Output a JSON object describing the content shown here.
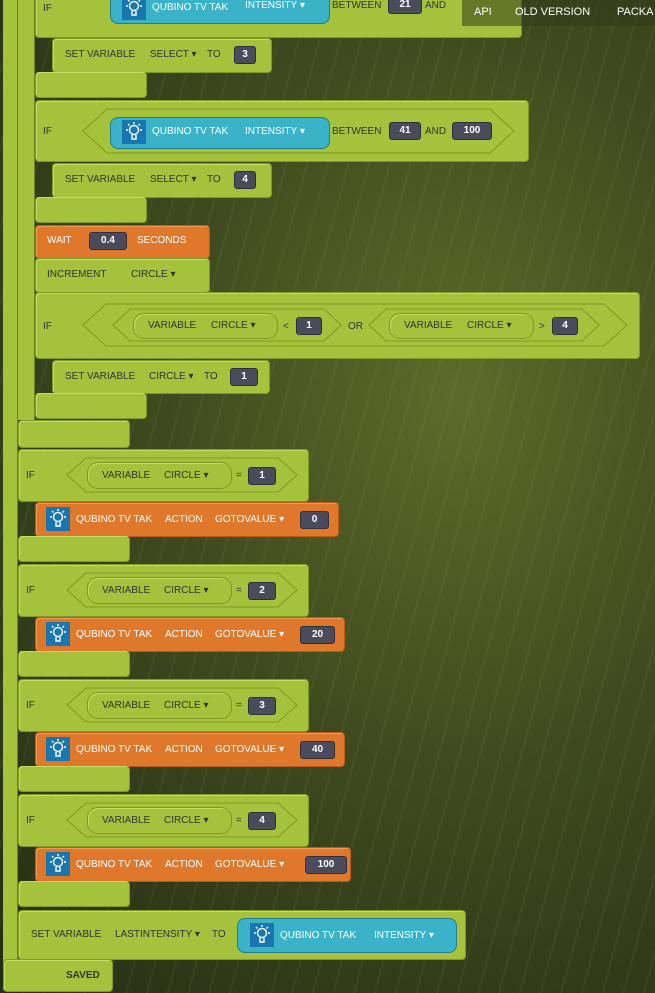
{
  "nav": {
    "api": "API",
    "old_version": "OLD VERSION",
    "packages": "PACKA"
  },
  "if1": {
    "keyword": "IF",
    "device": "QUBINO TV TAK",
    "property": "INTENSITY ▾",
    "op": "BETWEEN",
    "low": "21",
    "and": "AND"
  },
  "set1": {
    "label": "SET VARIABLE",
    "var": "SELECT ▾",
    "to": "TO",
    "value": "3"
  },
  "if2": {
    "keyword": "IF",
    "device": "QUBINO TV TAK",
    "property": "INTENSITY ▾",
    "op": "BETWEEN",
    "low": "41",
    "and": "AND",
    "high": "100"
  },
  "set2": {
    "label": "SET VARIABLE",
    "var": "SELECT ▾",
    "to": "TO",
    "value": "4"
  },
  "wait": {
    "label": "WAIT",
    "value": "0.4",
    "unit": "SECONDS"
  },
  "increment": {
    "label": "INCREMENT",
    "var": "CIRCLE ▾"
  },
  "if3": {
    "keyword": "IF",
    "left": {
      "label": "VARIABLE",
      "var": "CIRCLE ▾",
      "op": "<",
      "value": "1"
    },
    "or": "OR",
    "right": {
      "label": "VARIABLE",
      "var": "CIRCLE ▾",
      "op": ">",
      "value": "4"
    }
  },
  "set3": {
    "label": "SET VARIABLE",
    "var": "CIRCLE ▾",
    "to": "TO",
    "value": "1"
  },
  "cases": [
    {
      "keyword": "IF",
      "label": "VARIABLE",
      "var": "CIRCLE ▾",
      "op": "=",
      "value": "1",
      "device": "QUBINO TV TAK",
      "action_label": "ACTION",
      "action": "GOTOVALUE ▾",
      "action_value": "0"
    },
    {
      "keyword": "IF",
      "label": "VARIABLE",
      "var": "CIRCLE ▾",
      "op": "=",
      "value": "2",
      "device": "QUBINO TV TAK",
      "action_label": "ACTION",
      "action": "GOTOVALUE ▾",
      "action_value": "20"
    },
    {
      "keyword": "IF",
      "label": "VARIABLE",
      "var": "CIRCLE ▾",
      "op": "=",
      "value": "3",
      "device": "QUBINO TV TAK",
      "action_label": "ACTION",
      "action": "GOTOVALUE ▾",
      "action_value": "40"
    },
    {
      "keyword": "IF",
      "label": "VARIABLE",
      "var": "CIRCLE ▾",
      "op": "=",
      "value": "4",
      "device": "QUBINO TV TAK",
      "action_label": "ACTION",
      "action": "GOTOVALUE ▾",
      "action_value": "100"
    }
  ],
  "set4": {
    "label": "SET VARIABLE",
    "var": "LASTINTENSITY ▾",
    "to": "TO",
    "device": "QUBINO TV TAK",
    "property": "INTENSITY ▾"
  },
  "status": "SAVED",
  "colors": {
    "block": "#a4c23b",
    "action": "#e0782c",
    "sensor": "#3ab3c9",
    "value": "#4b4b5c"
  }
}
